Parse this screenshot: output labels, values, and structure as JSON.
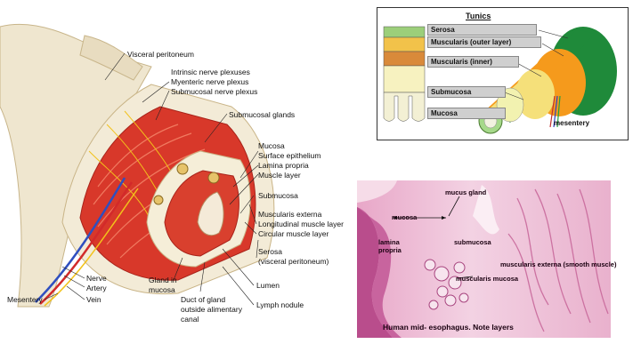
{
  "anatomy": {
    "labels": {
      "visceral_peritoneum": "Visceral peritoneum",
      "intrinsic_nerve_plexuses": "Intrinsic nerve plexuses",
      "myenteric_nerve_plexus": "Myenteric nerve plexus",
      "submucosal_nerve_plexus": "Submucosal nerve plexus",
      "submucosal_glands": "Submucosal glands",
      "mucosa": "Mucosa",
      "surface_epithelium": "Surface epithelium",
      "lamina_propria": "Lamina propria",
      "muscle_layer": "Muscle layer",
      "submucosa": "Submucosa",
      "muscularis_externa": "Muscularis externa",
      "longitudinal_muscle_layer": "Longitudinal muscle layer",
      "circular_muscle_layer": "Circular muscle layer",
      "serosa": "Serosa",
      "serosa_sub": "(visceral peritoneum)",
      "lumen": "Lumen",
      "lymph_nodule": "Lymph nodule",
      "duct_of_gland_1": "Duct of gland",
      "duct_of_gland_2": "outside alimentary",
      "duct_of_gland_3": "canal",
      "gland_in_mucosa_1": "Gland in",
      "gland_in_mucosa_2": "mucosa",
      "nerve": "Nerve",
      "artery": "Artery",
      "vein": "Vein",
      "mesentery": "Mesentery"
    }
  },
  "tunics": {
    "title": "Tunics",
    "layers": [
      "Serosa",
      "Muscularis (outer layer)",
      "Muscularis (inner)",
      "Submucosa",
      "Mucosa"
    ],
    "mesentery": "mesentery",
    "colors": {
      "serosa": "#1f8a3a",
      "outer": "#f59a1c",
      "inner": "#f5e07a",
      "submucosa": "#f2f2b0",
      "mucosa": "#a6d98a"
    }
  },
  "histology": {
    "labels": {
      "mucous_gland": "mucus gland",
      "mucosa": "mucosa",
      "lamina_propria_1": "lamina",
      "lamina_propria_2": "propria",
      "submucosa": "submucosa",
      "muscularis_externa": "muscularis externa (smooth muscle)",
      "muscularis_mucosa": "muscularis mucosa"
    },
    "caption": "Human mid- esophagus.  Note layers"
  }
}
